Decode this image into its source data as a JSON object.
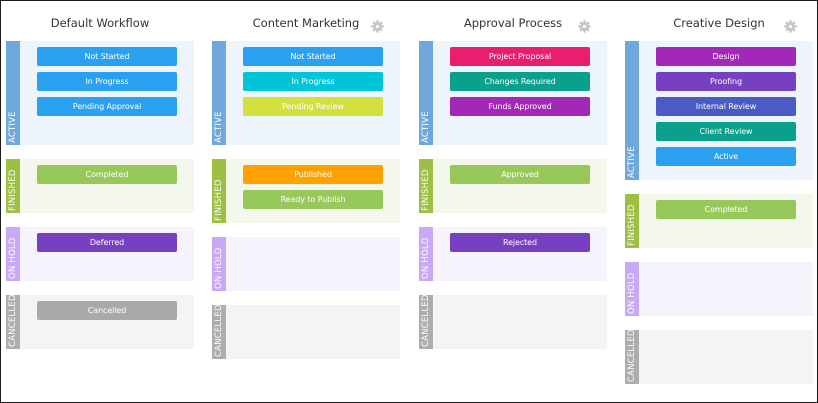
{
  "workflows": [
    {
      "title": "Default Workflow",
      "has_settings": false,
      "sections": [
        {
          "label": "ACTIVE",
          "type": "active",
          "statuses": [
            {
              "label": "Not Started",
              "color": "#2aa0f0"
            },
            {
              "label": "In Progress",
              "color": "#2aa0f0"
            },
            {
              "label": "Pending Approval",
              "color": "#2aa0f0"
            }
          ]
        },
        {
          "label": "FINISHED",
          "type": "finished",
          "statuses": [
            {
              "label": "Completed",
              "color": "#96c85a"
            }
          ]
        },
        {
          "label": "ON HOLD",
          "type": "onhold",
          "statuses": [
            {
              "label": "Deferred",
              "color": "#7541c0"
            }
          ]
        },
        {
          "label": "CANCELLED",
          "type": "cancelled",
          "statuses": [
            {
              "label": "Cancelled",
              "color": "#a9a9a9"
            }
          ]
        }
      ]
    },
    {
      "title": "Content Marketing",
      "has_settings": true,
      "sections": [
        {
          "label": "ACTIVE",
          "type": "active",
          "statuses": [
            {
              "label": "Not Started",
              "color": "#2aa0f0"
            },
            {
              "label": "In Progress",
              "color": "#00c4d8"
            },
            {
              "label": "Pending Review",
              "color": "#d4e040"
            }
          ]
        },
        {
          "label": "FINISHED",
          "type": "finished",
          "statuses": [
            {
              "label": "Published",
              "color": "#ffa200"
            },
            {
              "label": "Ready to Publish",
              "color": "#96c85a"
            }
          ]
        },
        {
          "label": "ON HOLD",
          "type": "onhold",
          "statuses": []
        },
        {
          "label": "CANCELLED",
          "type": "cancelled",
          "statuses": []
        }
      ]
    },
    {
      "title": "Approval Process",
      "has_settings": true,
      "sections": [
        {
          "label": "ACTIVE",
          "type": "active",
          "statuses": [
            {
              "label": "Project Proposal",
              "color": "#ea1e6e"
            },
            {
              "label": "Changes Required",
              "color": "#0aa08c"
            },
            {
              "label": "Funds Approved",
              "color": "#a328b8"
            }
          ]
        },
        {
          "label": "FINISHED",
          "type": "finished",
          "statuses": [
            {
              "label": "Approved",
              "color": "#96c85a"
            }
          ]
        },
        {
          "label": "ON HOLD",
          "type": "onhold",
          "statuses": [
            {
              "label": "Rejected",
              "color": "#7541c0"
            }
          ]
        },
        {
          "label": "CANCELLED",
          "type": "cancelled",
          "statuses": []
        }
      ]
    },
    {
      "title": "Creative Design",
      "has_settings": true,
      "sections": [
        {
          "label": "ACTIVE",
          "type": "active",
          "statuses": [
            {
              "label": "Design",
              "color": "#a328b8"
            },
            {
              "label": "Proofing",
              "color": "#7541c0"
            },
            {
              "label": "Internal Review",
              "color": "#4a5bc4"
            },
            {
              "label": "Client Review",
              "color": "#0aa08c"
            },
            {
              "label": "Active",
              "color": "#2aa0f0"
            }
          ]
        },
        {
          "label": "FINISHED",
          "type": "finished",
          "statuses": [
            {
              "label": "Completed",
              "color": "#96c85a"
            }
          ]
        },
        {
          "label": "ON HOLD",
          "type": "onhold",
          "statuses": []
        },
        {
          "label": "CANCELLED",
          "type": "cancelled",
          "statuses": []
        }
      ]
    }
  ],
  "icons": {
    "settings": "gear-icon"
  }
}
